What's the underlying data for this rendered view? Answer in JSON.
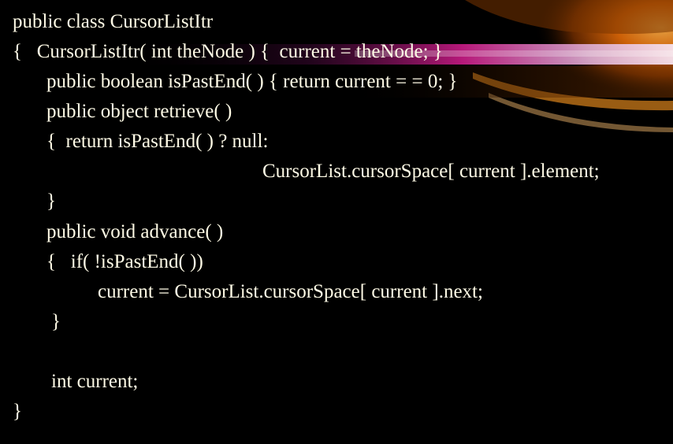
{
  "slide": {
    "background_color": "#000000",
    "text_color": "#fffbe6",
    "accent_colors": [
      "#ff7a00",
      "#b3147a",
      "#5a2a00"
    ]
  },
  "code": {
    "lines": [
      "public class CursorListItr",
      "{   CursorListItr( int theNode ) {  current = theNode; }",
      "public boolean isPastEnd( ) { return current = = 0; }",
      "public object retrieve( )",
      "{  return isPastEnd( ) ? null:",
      "CursorList.cursorSpace[ current ].element;",
      "}",
      "public void advance( )",
      "{   if( !isPastEnd( ))",
      "current = CursorList.cursorSpace[ current ].next;",
      "}",
      "int current;",
      "}"
    ]
  }
}
